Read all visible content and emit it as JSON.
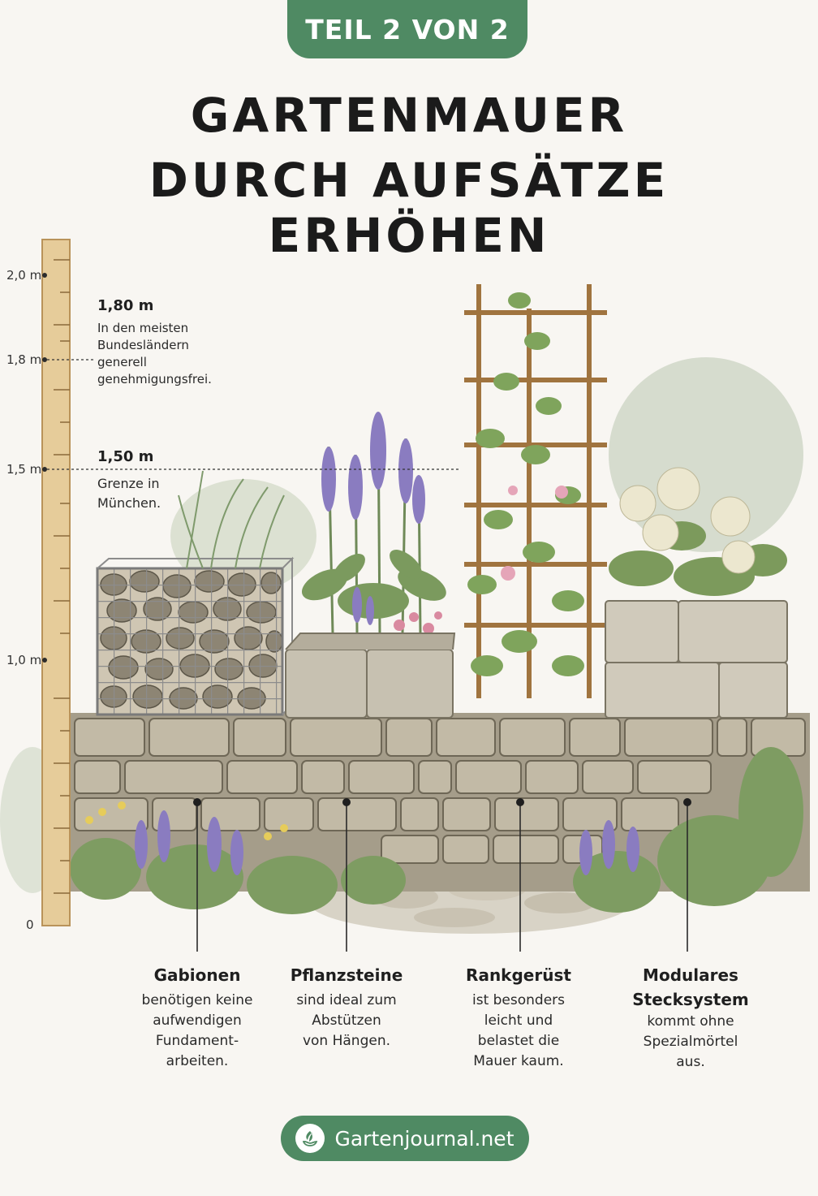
{
  "badge": {
    "label": "TEIL 2 VON 2"
  },
  "title": {
    "line1": "GARTENMAUER",
    "line2": "DURCH AUFSÄTZE ERHÖHEN"
  },
  "ruler": {
    "ticks": [
      "2,0 m",
      "1,8 m",
      "1,5 m",
      "1,0 m",
      "0"
    ]
  },
  "notes": [
    {
      "value": "1,80 m",
      "text": [
        "In den meisten",
        "Bundesländern",
        "generell",
        "genehmigungsfrei."
      ]
    },
    {
      "value": "1,50 m",
      "text": [
        "Grenze in",
        "München."
      ]
    }
  ],
  "captions": [
    {
      "title": [
        "Gabionen"
      ],
      "text": [
        "benötigen keine",
        "aufwendigen",
        "Fundament-",
        "arbeiten."
      ]
    },
    {
      "title": [
        "Pflanzsteine"
      ],
      "text": [
        "sind ideal zum",
        "Abstützen",
        "von Hängen."
      ]
    },
    {
      "title": [
        "Rankgerüst"
      ],
      "text": [
        "ist besonders",
        "leicht und",
        "belastet die",
        "Mauer kaum."
      ]
    },
    {
      "title": [
        "Modulares",
        "Stecksystem"
      ],
      "text": [
        "kommt ohne",
        "Spezialmörtel",
        "aus."
      ]
    }
  ],
  "footer": {
    "label": "Gartenjournal.net",
    "icon": "leaf-hand-icon"
  },
  "colors": {
    "accent": "#4f8a63",
    "stone": "#bdb5a3",
    "wood": "#c9a46c"
  }
}
